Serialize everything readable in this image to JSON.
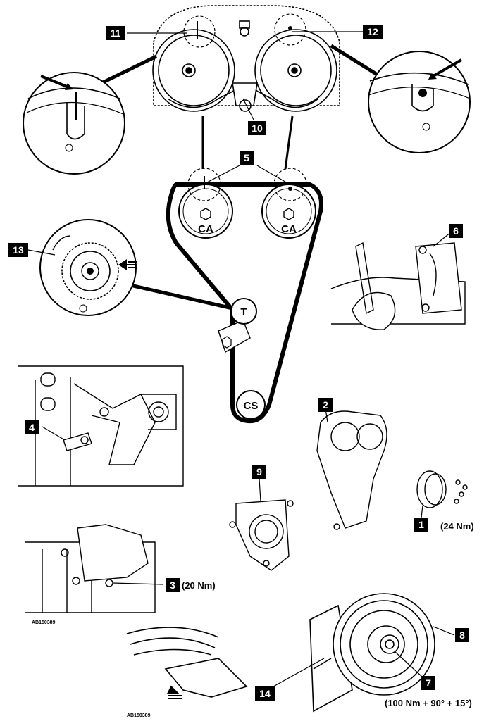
{
  "callouts": {
    "c1": "1",
    "c2": "2",
    "c3": "3",
    "c4": "4",
    "c5": "5",
    "c6": "6",
    "c7": "7",
    "c8": "8",
    "c9": "9",
    "c10": "10",
    "c11": "11",
    "c12": "12",
    "c13": "13",
    "c14": "14"
  },
  "pulleys": {
    "cam_left": "CA",
    "cam_right": "CA",
    "crank": "CS",
    "tensioner": "T"
  },
  "torque": {
    "t1": "(24 Nm)",
    "t3": "(20 Nm)",
    "t7": "(100 Nm + 90° + 15°)"
  },
  "refs": {
    "r1": "AB150389",
    "r2": "AB150389"
  },
  "colors": {
    "line": "#000000",
    "background": "#ffffff",
    "callout_fill": "#000000"
  }
}
